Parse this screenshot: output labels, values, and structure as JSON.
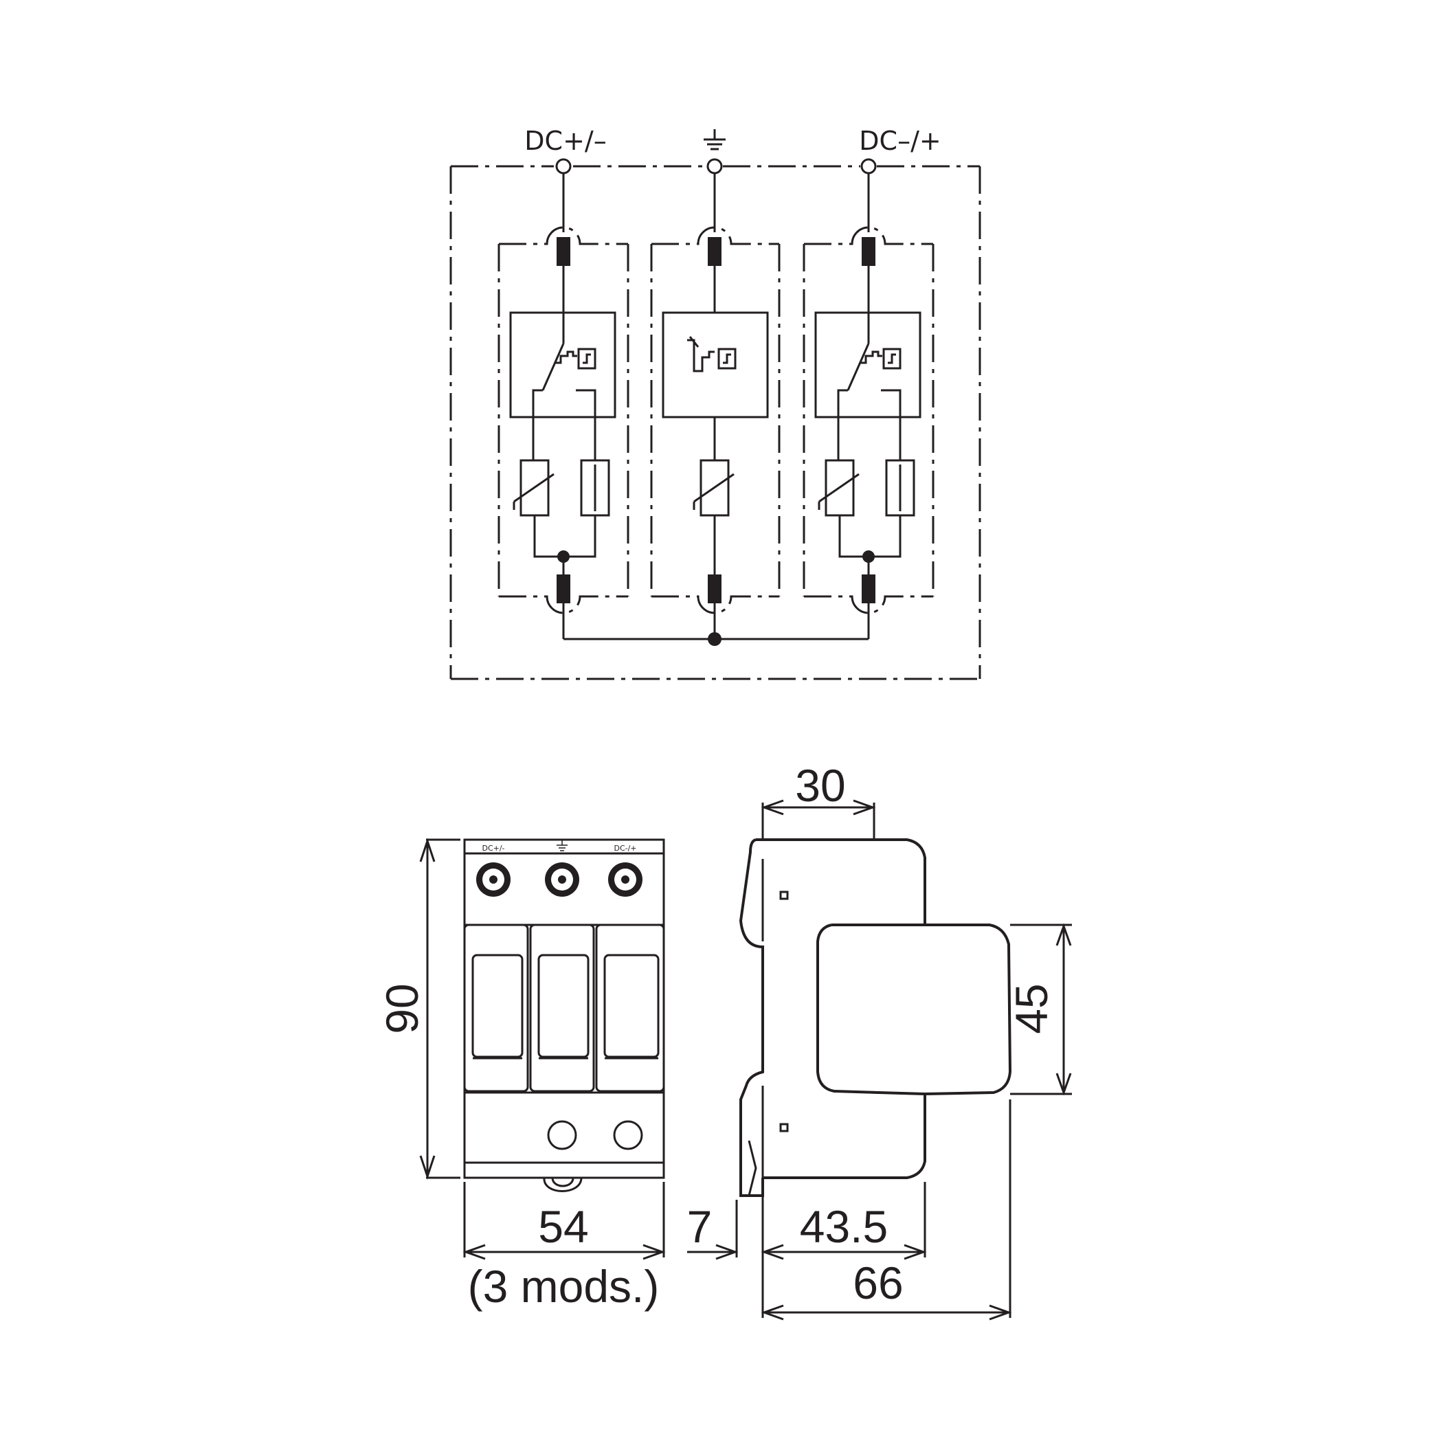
{
  "terminals": {
    "left": "DC+/–",
    "middle_icon": "earth-ground-icon",
    "right": "DC–/+"
  },
  "front_view": {
    "label_left": "DC+/-",
    "label_mid_icon": "earth-ground-icon",
    "label_right": "DC-/+",
    "height": "90",
    "width": "54",
    "modules": "(3 mods.)"
  },
  "side_view": {
    "top_width": "30",
    "cover_height": "45",
    "rail_offset": "7",
    "depth_body": "43.5",
    "depth_total": "66"
  }
}
